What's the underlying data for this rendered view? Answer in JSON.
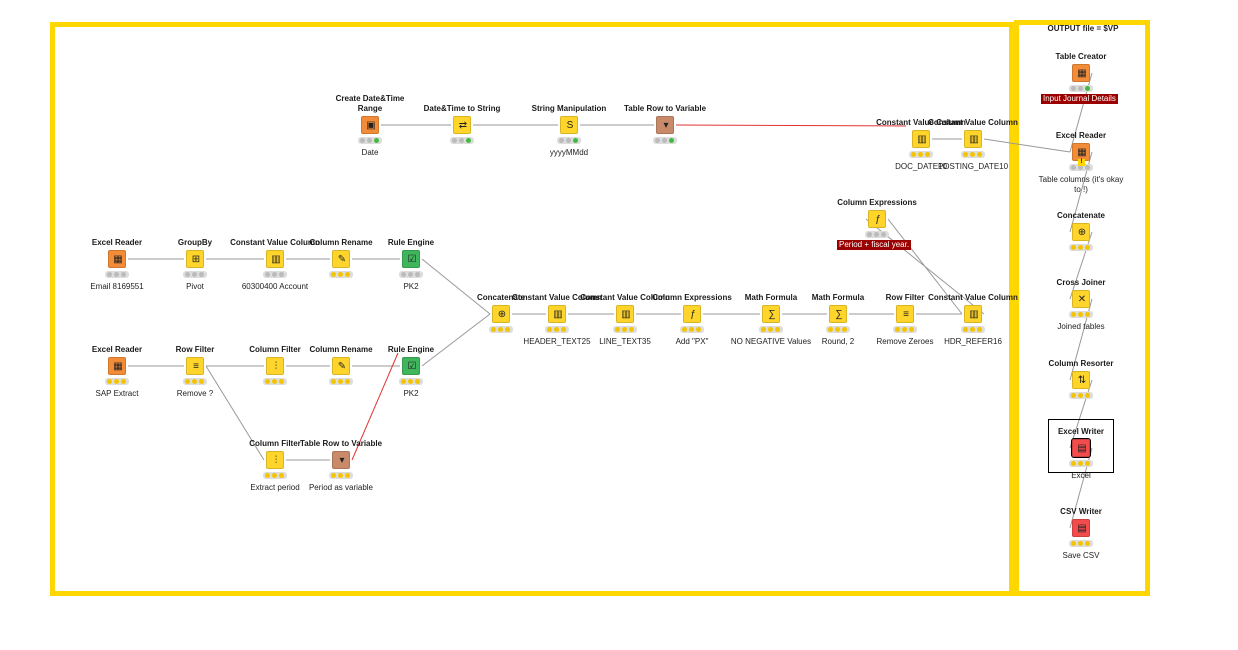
{
  "annotation_output_label": "OUTPUT file = $VP",
  "colors": {
    "annotation_border": "#ffd700",
    "source_node": "#f28c38",
    "manipulator_node": "#ffd52b",
    "variable_node": "#c98a6a",
    "rule_node": "#3fb55c",
    "sink_node": "#f24c4c",
    "error_badge": "#9a0000",
    "variable_connection": "#e33333",
    "data_connection": "#999999"
  },
  "nodes": [
    {
      "id": "n1",
      "title": "Create Date&Time Range",
      "label": "Date",
      "type": "source",
      "icon": "calendar-icon",
      "lights": [
        "off",
        "off",
        "green"
      ]
    },
    {
      "id": "n2",
      "title": "Date&Time to String",
      "label": "",
      "type": "manipulator",
      "icon": "convert-icon",
      "lights": [
        "off",
        "off",
        "green"
      ]
    },
    {
      "id": "n3",
      "title": "String Manipulation",
      "label": "yyyyMMdd",
      "type": "manipulator",
      "icon": "string-icon",
      "lights": [
        "off",
        "off",
        "green"
      ]
    },
    {
      "id": "n4",
      "title": "Table Row to Variable",
      "label": "",
      "type": "variable",
      "icon": "row-variable-icon",
      "lights": [
        "off",
        "off",
        "green"
      ]
    },
    {
      "id": "n5",
      "title": "Constant Value Column",
      "label": "DOC_DATE10",
      "type": "manipulator",
      "icon": "constant-column-icon",
      "lights": [
        "yellow",
        "yellow",
        "yellow"
      ]
    },
    {
      "id": "n6",
      "title": "Constant Value Column",
      "label": "POSTING_DATE10",
      "type": "manipulator",
      "icon": "constant-column-icon",
      "lights": [
        "yellow",
        "yellow",
        "yellow"
      ]
    },
    {
      "id": "n7",
      "title": "Column Expressions",
      "label": "",
      "type": "manipulator",
      "icon": "expression-icon",
      "lights": [
        "off",
        "off",
        "off"
      ],
      "badge": "Period + fiscal year."
    },
    {
      "id": "n8",
      "title": "Excel Reader",
      "label": "Email 8169551",
      "type": "source",
      "icon": "excel-reader-icon",
      "lights": [
        "off",
        "off",
        "off"
      ]
    },
    {
      "id": "n9",
      "title": "GroupBy",
      "label": "Pivot",
      "type": "manipulator",
      "icon": "groupby-icon",
      "lights": [
        "off",
        "off",
        "off"
      ]
    },
    {
      "id": "n10",
      "title": "Constant Value Column",
      "label": "60300400 Account",
      "type": "manipulator",
      "icon": "constant-column-icon",
      "lights": [
        "off",
        "off",
        "off"
      ]
    },
    {
      "id": "n11",
      "title": "Column Rename",
      "label": "",
      "type": "manipulator",
      "icon": "rename-icon",
      "lights": [
        "yellow",
        "yellow",
        "yellow"
      ]
    },
    {
      "id": "n12",
      "title": "Rule Engine",
      "label": "PK2",
      "type": "rule",
      "icon": "rule-icon",
      "lights": [
        "off",
        "off",
        "off"
      ]
    },
    {
      "id": "n13",
      "title": "Concatenate",
      "label": "",
      "type": "manipulator",
      "icon": "concatenate-icon",
      "lights": [
        "yellow",
        "yellow",
        "yellow"
      ]
    },
    {
      "id": "n14",
      "title": "Constant Value Column",
      "label": "HEADER_TEXT25",
      "type": "manipulator",
      "icon": "constant-column-icon",
      "lights": [
        "yellow",
        "yellow",
        "yellow"
      ]
    },
    {
      "id": "n15",
      "title": "Constant Value Column",
      "label": "LINE_TEXT35",
      "type": "manipulator",
      "icon": "constant-column-icon",
      "lights": [
        "yellow",
        "yellow",
        "yellow"
      ]
    },
    {
      "id": "n16",
      "title": "Column Expressions",
      "label": "Add \"PX\"",
      "type": "manipulator",
      "icon": "expression-icon",
      "lights": [
        "yellow",
        "yellow",
        "yellow"
      ]
    },
    {
      "id": "n17",
      "title": "Math Formula",
      "label": "NO NEGATIVE Values",
      "type": "manipulator",
      "icon": "math-icon",
      "lights": [
        "yellow",
        "yellow",
        "yellow"
      ]
    },
    {
      "id": "n18",
      "title": "Math Formula",
      "label": "Round, 2",
      "type": "manipulator",
      "icon": "math-icon",
      "lights": [
        "yellow",
        "yellow",
        "yellow"
      ]
    },
    {
      "id": "n19",
      "title": "Row Filter",
      "label": "Remove Zeroes",
      "type": "manipulator",
      "icon": "row-filter-icon",
      "lights": [
        "yellow",
        "yellow",
        "yellow"
      ]
    },
    {
      "id": "n20",
      "title": "Constant Value Column",
      "label": "HDR_REFER16",
      "type": "manipulator",
      "icon": "constant-column-icon",
      "lights": [
        "yellow",
        "yellow",
        "yellow"
      ]
    },
    {
      "id": "n21",
      "title": "Excel Reader",
      "label": "SAP Extract",
      "type": "source",
      "icon": "excel-reader-icon",
      "lights": [
        "yellow",
        "yellow",
        "yellow"
      ]
    },
    {
      "id": "n22",
      "title": "Row Filter",
      "label": "Remove ?",
      "type": "manipulator",
      "icon": "row-filter-icon",
      "lights": [
        "yellow",
        "yellow",
        "yellow"
      ]
    },
    {
      "id": "n23",
      "title": "Column Filter",
      "label": "",
      "type": "manipulator",
      "icon": "column-filter-icon",
      "lights": [
        "yellow",
        "yellow",
        "yellow"
      ]
    },
    {
      "id": "n24",
      "title": "Column Rename",
      "label": "",
      "type": "manipulator",
      "icon": "rename-icon",
      "lights": [
        "yellow",
        "yellow",
        "yellow"
      ]
    },
    {
      "id": "n25",
      "title": "Rule Engine",
      "label": "PK2",
      "type": "rule",
      "icon": "rule-icon",
      "lights": [
        "yellow",
        "yellow",
        "yellow"
      ]
    },
    {
      "id": "n26",
      "title": "Column Filter",
      "label": "Extract period",
      "type": "manipulator",
      "icon": "column-filter-icon",
      "lights": [
        "yellow",
        "yellow",
        "yellow"
      ]
    },
    {
      "id": "n27",
      "title": "Table Row to Variable",
      "label": "Period as variable",
      "type": "variable",
      "icon": "row-variable-icon",
      "lights": [
        "yellow",
        "yellow",
        "yellow"
      ]
    },
    {
      "id": "n28",
      "title": "Table Creator",
      "label": "",
      "type": "source",
      "icon": "table-creator-icon",
      "lights": [
        "off",
        "off",
        "green"
      ],
      "badge": "Input Journal Details"
    },
    {
      "id": "n29",
      "title": "Excel Reader",
      "label": "Table columns (it's okay to !)",
      "type": "source",
      "icon": "excel-reader-icon",
      "lights": [
        "off",
        "off",
        "off"
      ],
      "warn": "!"
    },
    {
      "id": "n30",
      "title": "Concatenate",
      "label": "",
      "type": "manipulator",
      "icon": "concatenate-icon",
      "lights": [
        "yellow",
        "yellow",
        "yellow"
      ]
    },
    {
      "id": "n31",
      "title": "Cross Joiner",
      "label": "Joined tables",
      "type": "manipulator",
      "icon": "cross-joiner-icon",
      "lights": [
        "yellow",
        "yellow",
        "yellow"
      ]
    },
    {
      "id": "n32",
      "title": "Column Resorter",
      "label": "",
      "type": "manipulator",
      "icon": "resorter-icon",
      "lights": [
        "yellow",
        "yellow",
        "yellow"
      ]
    },
    {
      "id": "n33",
      "title": "Excel Writer",
      "label": "Excel",
      "type": "sink",
      "icon": "excel-writer-icon",
      "lights": [
        "yellow",
        "yellow",
        "yellow"
      ],
      "selected": true
    },
    {
      "id": "n34",
      "title": "CSV Writer",
      "label": "Save CSV",
      "type": "sink",
      "icon": "csv-writer-icon",
      "lights": [
        "yellow",
        "yellow",
        "yellow"
      ]
    }
  ],
  "icon_glyphs": {
    "calendar-icon": "▣",
    "convert-icon": "⇄",
    "string-icon": "S",
    "row-variable-icon": "▾",
    "constant-column-icon": "▥",
    "expression-icon": "ƒ",
    "excel-reader-icon": "▦",
    "groupby-icon": "⊞",
    "rename-icon": "✎",
    "rule-icon": "☑",
    "concatenate-icon": "⊕",
    "math-icon": "∑",
    "row-filter-icon": "≡",
    "column-filter-icon": "⫶",
    "table-creator-icon": "▦",
    "cross-joiner-icon": "✕",
    "resorter-icon": "⇅",
    "excel-writer-icon": "▤",
    "csv-writer-icon": "▤"
  }
}
